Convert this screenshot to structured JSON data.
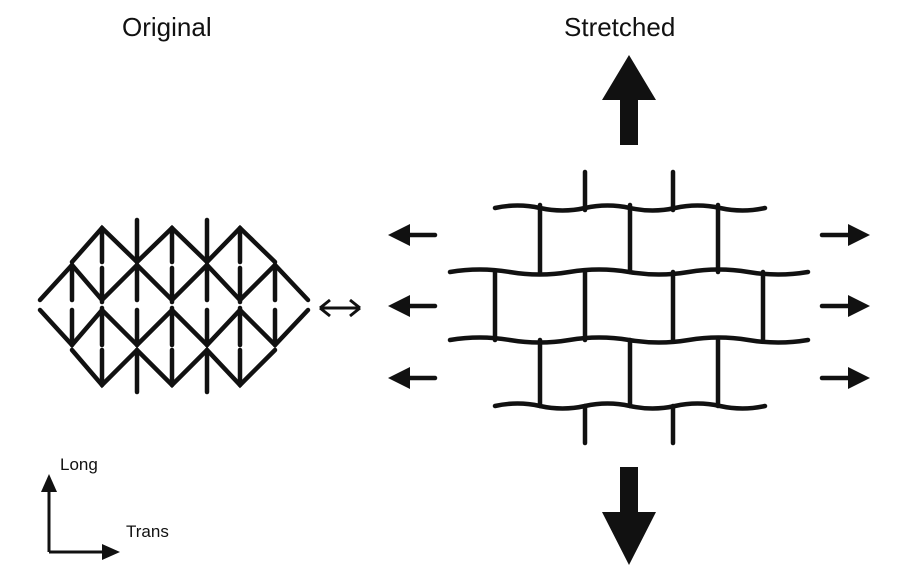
{
  "titles": {
    "original": "Original",
    "stretched": "Stretched"
  },
  "axes": {
    "long": "Long",
    "trans": "Trans"
  },
  "icons": {
    "double_arrow": "double-headed-arrow-icon",
    "stretch_arrows": "arrow-icon"
  },
  "colors": {
    "ink": "#111111",
    "background": "#ffffff"
  }
}
